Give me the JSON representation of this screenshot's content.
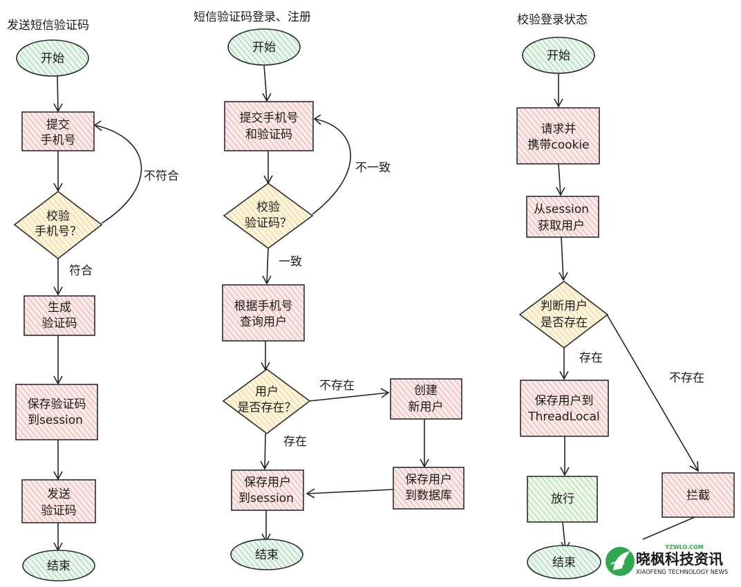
{
  "titles": {
    "send_sms": "发送短信验证码",
    "sms_login": "短信验证码登录、注册",
    "check_login": "校验登录状态"
  },
  "flow1": {
    "start": "开始",
    "submit": [
      "提交",
      "手机号"
    ],
    "verify": [
      "校验",
      "手机号？"
    ],
    "generate": [
      "生成",
      "验证码"
    ],
    "save": [
      "保存验证码",
      "到session"
    ],
    "send": [
      "发送",
      "验证码"
    ],
    "end": "结束",
    "label_mismatch": "不符合",
    "label_match": "符合"
  },
  "flow2": {
    "start": "开始",
    "submit": [
      "提交手机号",
      "和验证码"
    ],
    "verify": [
      "校验",
      "验证码？"
    ],
    "query": [
      "根据手机号",
      "查询用户"
    ],
    "exists": [
      "用户",
      "是否存在？"
    ],
    "create": [
      "创建",
      "新用户"
    ],
    "save_db": [
      "保存用户",
      "到数据库"
    ],
    "save_session": [
      "保存用户",
      "到session"
    ],
    "end": "结束",
    "label_inconsistent": "不一致",
    "label_consistent": "一致",
    "label_not_exist": "不存在",
    "label_exist": "存在"
  },
  "flow3": {
    "start": "开始",
    "request": [
      "请求并",
      "携带cookie"
    ],
    "get_user": [
      "从session",
      "获取用户"
    ],
    "judge": [
      "判断用户",
      "是否存在"
    ],
    "save_tl": [
      "保存用户到",
      "ThreadLocal"
    ],
    "pass": "放行",
    "intercept": "拦截",
    "end": "结束",
    "label_exist": "存在",
    "label_not_exist": "不存在"
  },
  "watermark": {
    "url": "YZWLO.COM",
    "name": "晓枫科技资讯",
    "subtitle": "XIAOFENG TECHNOLOGY NEWS"
  },
  "colors": {
    "process_hatch": "#e58a8a",
    "terminal_hatch": "#6cc28a",
    "decision_hatch": "#e9c55e",
    "pass_hatch": "#7fc96a",
    "logo_green": "#2fa84f"
  }
}
